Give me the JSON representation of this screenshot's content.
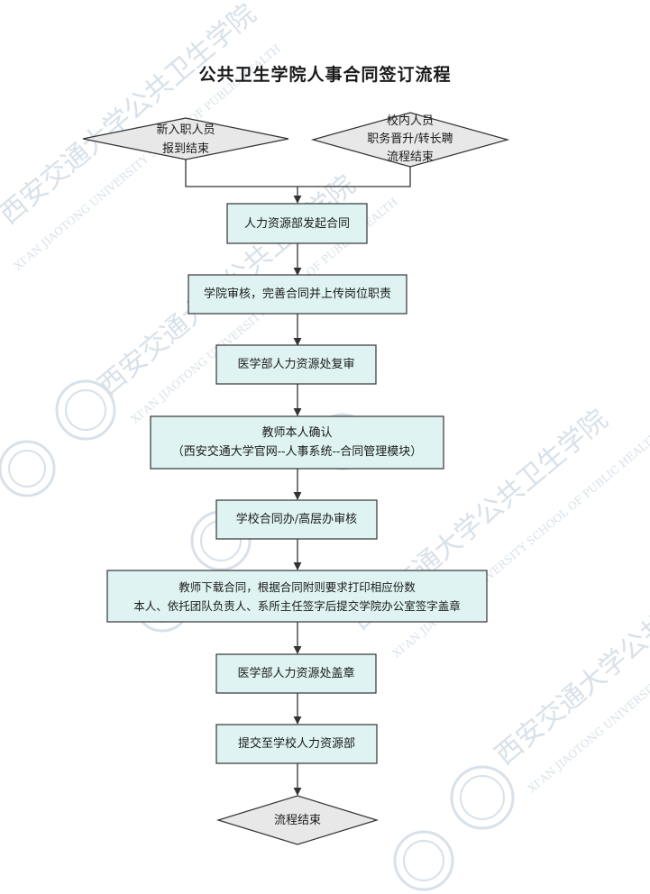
{
  "title": "公共卫生学院人事合同签订流程",
  "colors": {
    "box_fill": "#dff3f3",
    "diamond_fill": "#e8e8e8",
    "stroke": "#333333",
    "watermark": "#b8c8d8"
  },
  "watermark": {
    "chinese": "西安交通大学公共卫生学院",
    "english": "XI'AN JIAOTONG UNIVERSITY SCHOOL OF PUBLIC HEALTH"
  },
  "nodes": {
    "start_new": "新入职人员\n报到结束",
    "start_internal": "校内人员\n职务晋升/转长聘\n流程结束",
    "step1": "人力资源部发起合同",
    "step2": "学院审核，完善合同并上传岗位职责",
    "step3": "医学部人力资源处复审",
    "step4": "教师本人确认\n（西安交通大学官网--人事系统--合同管理模块）",
    "step5": "学校合同办/高层办审核",
    "step6": "教师下载合同，根据合同附则要求打印相应份数\n本人、依托团队负责人、系所主任签字后提交学院办公室签字盖章",
    "step7": "医学部人力资源处盖章",
    "step8": "提交至学校人力资源部",
    "end": "流程结束"
  }
}
